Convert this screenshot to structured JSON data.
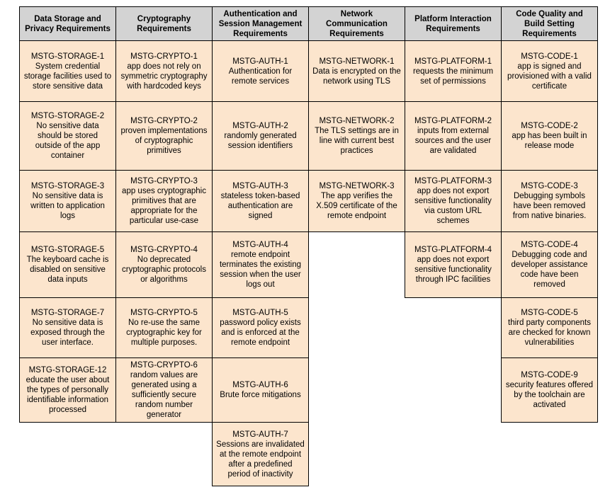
{
  "table": {
    "colors": {
      "header_bg": "#d3d3d3",
      "cell_bg": "#fce5cd",
      "border": "#000000"
    },
    "columns": [
      {
        "header": "Data Storage and\nPrivacy Requirements",
        "cells": [
          {
            "id": "MSTG-STORAGE-1",
            "desc": "System credential\nstorage facilities used to\nstore sensitive data"
          },
          {
            "id": "MSTG-STORAGE-2",
            "desc": "No sensitive data\nshould be stored\noutside of the app\ncontainer"
          },
          {
            "id": "MSTG-STORAGE-3",
            "desc": "No sensitive data is\nwritten to application\nlogs"
          },
          {
            "id": "MSTG-STORAGE-5",
            "desc": "The keyboard cache is\ndisabled on sensitive\ndata inputs"
          },
          {
            "id": "MSTG-STORAGE-7",
            "desc": "No sensitive data is\nexposed through the\nuser interface."
          },
          {
            "id": "MSTG-STORAGE-12",
            "desc": "educate the user about\nthe types of personally\nidentifiable information\nprocessed"
          }
        ]
      },
      {
        "header": "Cryptography\nRequirements",
        "cells": [
          {
            "id": "MSTG-CRYPTO-1",
            "desc": "app does not rely on\nsymmetric cryptography\nwith hardcoded keys"
          },
          {
            "id": "MSTG-CRYPTO-2",
            "desc": "proven implementations\nof cryptographic\nprimitives"
          },
          {
            "id": "MSTG-CRYPTO-3",
            "desc": "app uses cryptographic\nprimitives that are\nappropriate for the\nparticular use-case"
          },
          {
            "id": "MSTG-CRYPTO-4",
            "desc": "No deprecated\ncryptographic protocols\nor algorithms"
          },
          {
            "id": "MSTG-CRYPTO-5",
            "desc": "No re-use the same\ncryptographic key for\nmultiple purposes."
          },
          {
            "id": "MSTG-CRYPTO-6",
            "desc": "random values are\ngenerated using a\nsufficiently secure\nrandom number\ngenerator"
          }
        ]
      },
      {
        "header": "Authentication and\nSession Management\nRequirements",
        "cells": [
          {
            "id": "MSTG-AUTH-1",
            "desc": "Authentication for\nremote services"
          },
          {
            "id": "MSTG-AUTH-2",
            "desc": "randomly generated\nsession identifiers"
          },
          {
            "id": "MSTG-AUTH-3",
            "desc": "stateless token-based\nauthentication are\nsigned"
          },
          {
            "id": "MSTG-AUTH-4",
            "desc": "remote endpoint\nterminates the existing\nsession when the user\nlogs out"
          },
          {
            "id": "MSTG-AUTH-5",
            "desc": "password policy exists\nand is enforced at the\nremote endpoint"
          },
          {
            "id": "MSTG-AUTH-6",
            "desc": "Brute force mitigations"
          },
          {
            "id": "MSTG-AUTH-7",
            "desc": "Sessions are invalidated\nat the remote endpoint\nafter a predefined\nperiod of inactivity"
          }
        ]
      },
      {
        "header": "Network\nCommunication\nRequirements",
        "cells": [
          {
            "id": "MSTG-NETWORK-1",
            "desc": "Data is encrypted on the\nnetwork using TLS"
          },
          {
            "id": "MSTG-NETWORK-2",
            "desc": "The TLS settings are in\nline with current best\npractices"
          },
          {
            "id": "MSTG-NETWORK-3",
            "desc": "The app verifies the\nX.509 certificate of the\nremote endpoint"
          }
        ]
      },
      {
        "header": "Platform Interaction\nRequirements",
        "cells": [
          {
            "id": "MSTG-PLATFORM-1",
            "desc": "requests the minimum\nset of permissions"
          },
          {
            "id": "MSTG-PLATFORM-2",
            "desc": "inputs from external\nsources and the user\nare validated"
          },
          {
            "id": "MSTG-PLATFORM-3",
            "desc": "app does not export\nsensitive functionality\nvia custom URL\nschemes"
          },
          {
            "id": "MSTG-PLATFORM-4",
            "desc": "app does not export\nsensitive functionality\nthrough IPC facilities"
          }
        ]
      },
      {
        "header": "Code Quality and\nBuild Setting\nRequirements",
        "cells": [
          {
            "id": "MSTG-CODE-1",
            "desc": "app is signed and\nprovisioned with a valid\ncertificate"
          },
          {
            "id": "MSTG-CODE-2",
            "desc": "app has been built in\nrelease mode"
          },
          {
            "id": "MSTG-CODE-3",
            "desc": "Debugging symbols\nhave been removed\nfrom native binaries."
          },
          {
            "id": "MSTG-CODE-4",
            "desc": "Debugging code and\ndeveloper assistance\ncode have been\nremoved"
          },
          {
            "id": "MSTG-CODE-5",
            "desc": "third party components\nare checked for known\nvulnerabilities"
          },
          {
            "id": "MSTG-CODE-9",
            "desc": "security features offered\nby the toolchain are\nactivated"
          }
        ]
      }
    ]
  }
}
